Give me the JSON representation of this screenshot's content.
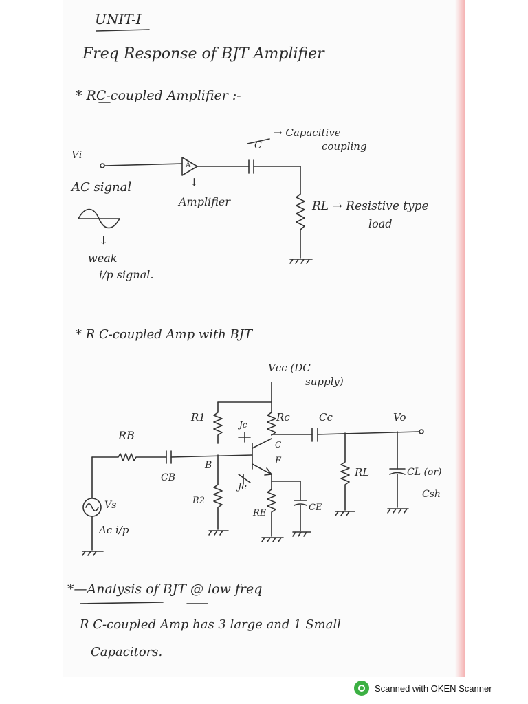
{
  "unit_heading": "UNIT-I",
  "title": "Freq Response of BJT Amplifier",
  "section1": {
    "heading": "* RC-coupled Amplifier :-",
    "labels": {
      "vi": "Vi",
      "c": "C",
      "capacitive": "→ Capacitive",
      "coupling": "coupling",
      "ac_signal": "AC signal",
      "amp_symbol": "A",
      "amp_arrow": "↓",
      "amplifier": "Amplifier",
      "rl": "RL → Resistive type",
      "load": "load",
      "weak_arrow": "↓",
      "weak": "weak",
      "ip_signal": "i/p signal."
    }
  },
  "section2": {
    "heading": "* R C-coupled Amp with BJT",
    "labels": {
      "vcc": "Vcc (DC",
      "supply": "supply)",
      "r1": "R1",
      "rc": "Rc",
      "cc": "Cc",
      "vo": "Vo",
      "rb": "RB",
      "jc_top": "Jc",
      "c_node": "C",
      "b_node": "B",
      "e_node": "E",
      "cb": "CB",
      "rl2": "RL",
      "cl_or": "CL (or)",
      "csh": "Csh",
      "vs": "Vs",
      "je": "Je",
      "r2": "R2",
      "re": "RE",
      "ce": "CE",
      "ac_ip": "Ac i/p"
    }
  },
  "section3": {
    "heading": "*—Analysis of BJT @ low freq",
    "line1": "R C-coupled Amp has 3 large and 1 Small",
    "line2": "Capacitors."
  },
  "footer": {
    "text": "Scanned with OKEN Scanner"
  }
}
